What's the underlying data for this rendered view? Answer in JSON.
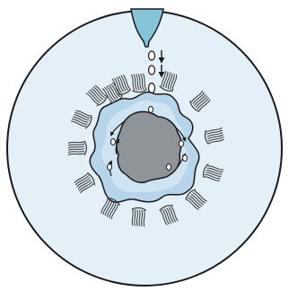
{
  "diagram": {
    "colors": {
      "background": "#ffffff",
      "outline": "#1a1a1a",
      "cell_fill": "#e3f0f8",
      "blob_outer": "#b6d4ea",
      "blob_inner": "#cfe4f3",
      "core_fill": "#8f9499",
      "pipette_fill": "#86c4da",
      "bundle_stroke": "#333333"
    },
    "parts": {
      "cell": "circular-cell",
      "pipette": "tapered-pipette",
      "droplets": "vesicle-column",
      "blob": "wavy-membrane",
      "core": "dark-core",
      "bundles": "fibrous-bundles",
      "arrows": "flow-arrows"
    }
  }
}
